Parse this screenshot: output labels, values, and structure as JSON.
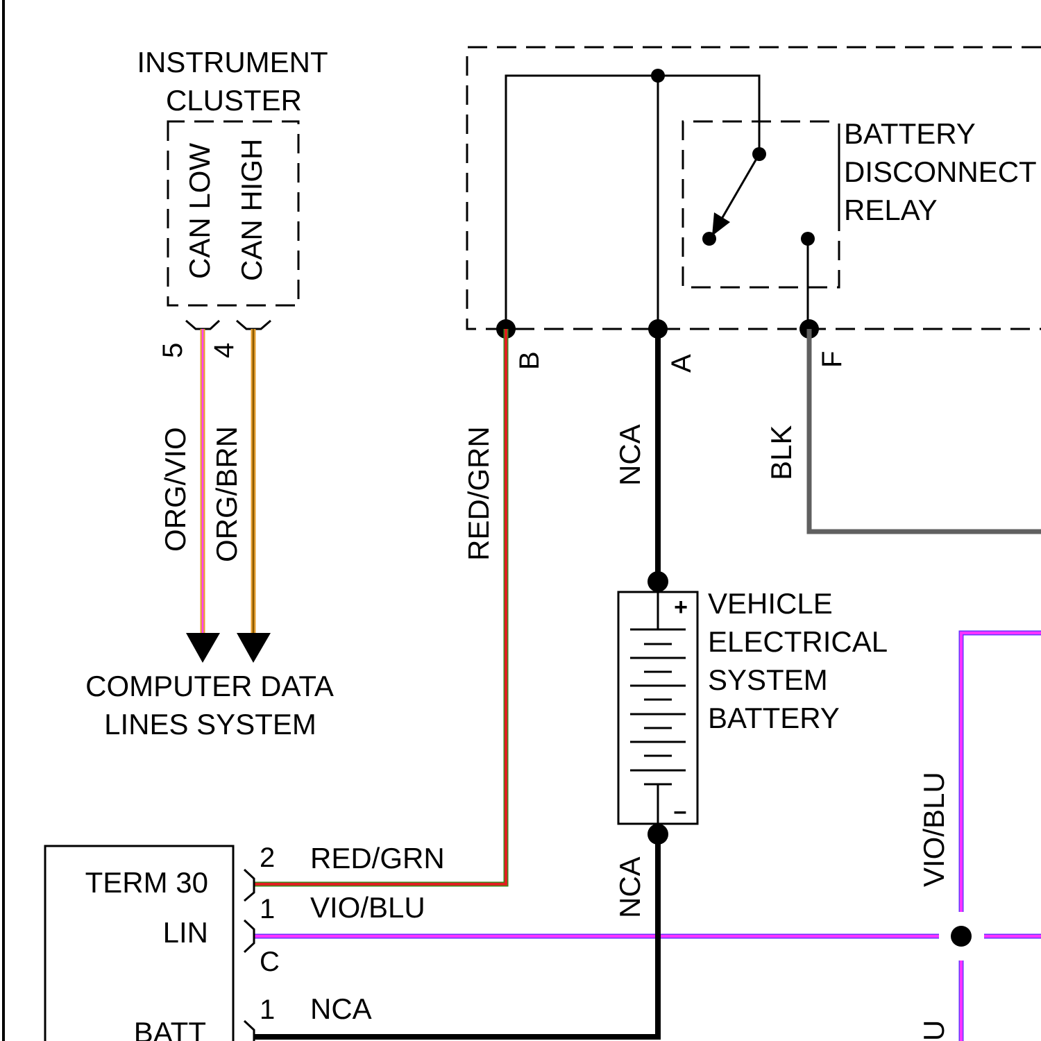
{
  "instrument_cluster": {
    "title_line1": "INSTRUMENT",
    "title_line2": "CLUSTER",
    "can_low": "CAN LOW",
    "can_high": "CAN HIGH",
    "pin_low": "5",
    "pin_high": "4",
    "wire_low": "ORG/VIO",
    "wire_high": "ORG/BRN"
  },
  "computer_data": {
    "line1": "COMPUTER DATA",
    "line2": "LINES SYSTEM"
  },
  "relay": {
    "line1": "BATTERY",
    "line2": "DISCONNECT",
    "line3": "RELAY",
    "pin_b": "B",
    "pin_a": "A",
    "pin_f": "F",
    "wire_b": "RED/GRN",
    "wire_a": "NCA",
    "wire_f": "BLK"
  },
  "battery": {
    "line1": "VEHICLE",
    "line2": "ELECTRICAL",
    "line3": "SYSTEM",
    "line4": "BATTERY",
    "plus": "+",
    "minus": "–",
    "wire_neg": "NCA"
  },
  "module": {
    "term30": "TERM 30",
    "lin": "LIN",
    "batt": "BATT",
    "pin_term30": "2",
    "wire_term30": "RED/GRN",
    "pin_lin": "1",
    "wire_lin": "VIO/BLU",
    "conn_c": "C",
    "pin_batt": "1",
    "wire_batt": "NCA"
  },
  "right": {
    "wire_vio": "VIO/BLU",
    "wire_partial": "U"
  },
  "colors": {
    "orange": "#e8a030",
    "violet": "#ff40ff",
    "brown": "#8a5a00",
    "red": "#e02020",
    "green": "#3a8a1a",
    "black": "#000000",
    "gray": "#606060",
    "magenta": "#ff33ff",
    "blue": "#6633ff"
  }
}
